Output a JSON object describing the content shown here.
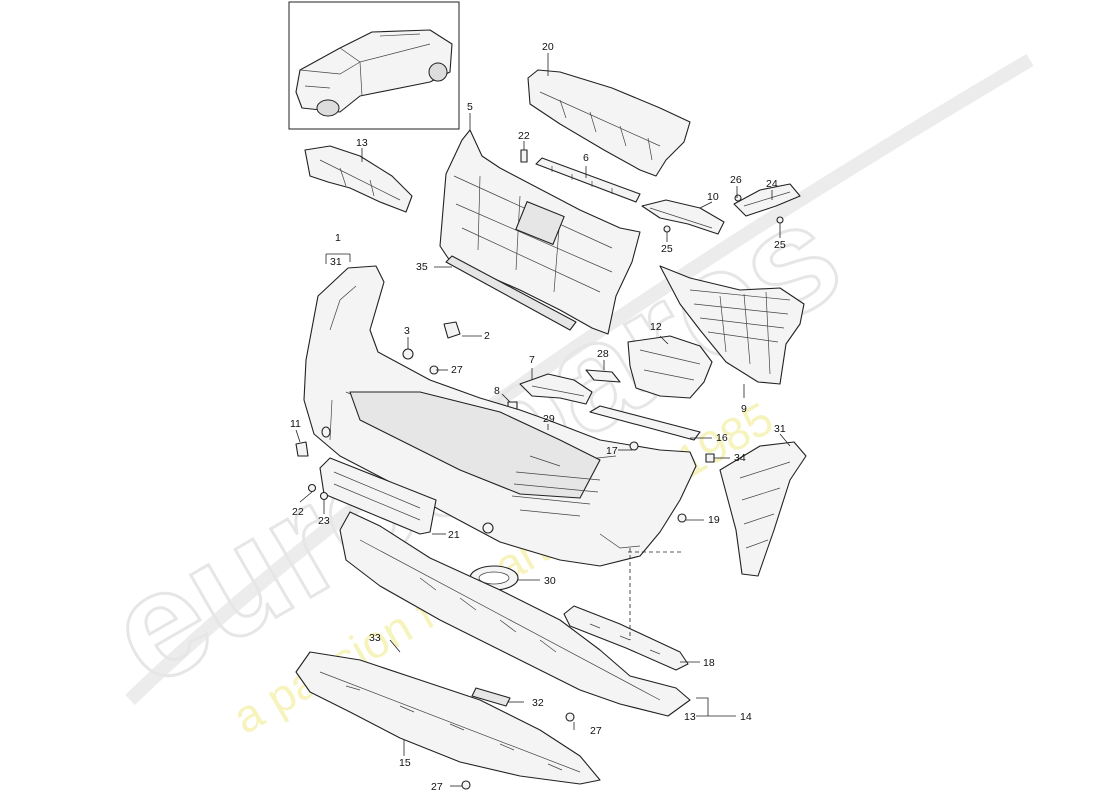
{
  "diagram": {
    "thumbnail": {
      "subject": "vehicle overview (SUV)"
    },
    "watermark": {
      "brand": "eurospares",
      "tagline": "a passion for parts since 1985"
    },
    "callouts": [
      {
        "id": "c-20",
        "label": "20"
      },
      {
        "id": "c-5",
        "label": "5"
      },
      {
        "id": "c-22a",
        "label": "22"
      },
      {
        "id": "c-6",
        "label": "6"
      },
      {
        "id": "c-13a",
        "label": "13"
      },
      {
        "id": "c-26",
        "label": "26"
      },
      {
        "id": "c-24",
        "label": "24"
      },
      {
        "id": "c-10",
        "label": "10"
      },
      {
        "id": "c-25a",
        "label": "25"
      },
      {
        "id": "c-25b",
        "label": "25"
      },
      {
        "id": "c-1",
        "label": "1"
      },
      {
        "id": "c-31a",
        "label": "31"
      },
      {
        "id": "c-35",
        "label": "35"
      },
      {
        "id": "c-3",
        "label": "3"
      },
      {
        "id": "c-2",
        "label": "2"
      },
      {
        "id": "c-12",
        "label": "12"
      },
      {
        "id": "c-27a",
        "label": "27"
      },
      {
        "id": "c-7",
        "label": "7"
      },
      {
        "id": "c-28",
        "label": "28"
      },
      {
        "id": "c-8",
        "label": "8"
      },
      {
        "id": "c-9",
        "label": "9"
      },
      {
        "id": "c-29",
        "label": "29"
      },
      {
        "id": "c-11",
        "label": "11"
      },
      {
        "id": "c-16",
        "label": "16"
      },
      {
        "id": "c-31b",
        "label": "31"
      },
      {
        "id": "c-17",
        "label": "17"
      },
      {
        "id": "c-34",
        "label": "34"
      },
      {
        "id": "c-22b",
        "label": "22"
      },
      {
        "id": "c-19",
        "label": "19"
      },
      {
        "id": "c-23",
        "label": "23"
      },
      {
        "id": "c-21",
        "label": "21"
      },
      {
        "id": "c-30",
        "label": "30"
      },
      {
        "id": "c-33",
        "label": "33"
      },
      {
        "id": "c-18",
        "label": "18"
      },
      {
        "id": "c-32",
        "label": "32"
      },
      {
        "id": "c-13b",
        "label": "13"
      },
      {
        "id": "c-14",
        "label": "14"
      },
      {
        "id": "c-27b",
        "label": "27"
      },
      {
        "id": "c-15",
        "label": "15"
      },
      {
        "id": "c-27c",
        "label": "27"
      }
    ]
  }
}
